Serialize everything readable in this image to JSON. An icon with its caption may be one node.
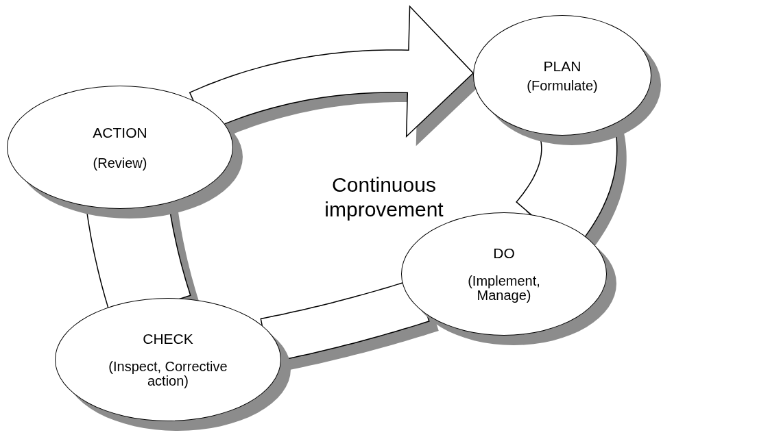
{
  "diagram": {
    "nodes": [
      {
        "text": [
          "PLAN",
          "(Formulate)"
        ]
      },
      {
        "text": [
          "ACTION",
          "(Review)"
        ]
      },
      {
        "text": [
          "DO",
          "(Implement, Manage)"
        ]
      },
      {
        "text": [
          "CHECK",
          "(Inspect, Corrective action)"
        ]
      }
    ],
    "edges": [
      {
        "from": 0,
        "to": 2,
        "arrow": "none",
        "style": "thick"
      },
      {
        "from": 2,
        "to": 3,
        "arrow": "none",
        "style": "thick"
      },
      {
        "from": 3,
        "to": 1,
        "arrow": "none",
        "style": "thick"
      },
      {
        "from": 1,
        "to": 0,
        "arrow": "to",
        "style": "thick"
      }
    ],
    "labels": [
      "Continuous improvement"
    ]
  }
}
